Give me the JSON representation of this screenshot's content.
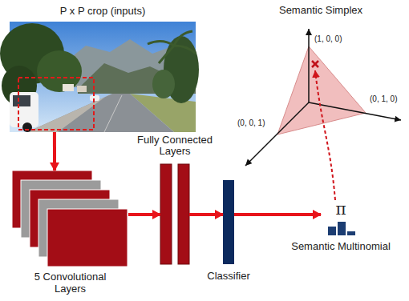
{
  "diagram": {
    "nodes": [
      {
        "text": [
          "P x P crop (inputs)"
        ]
      },
      {
        "text": [
          "5 Convolutional Layers"
        ]
      },
      {
        "text": [
          "Fully Connected Layers"
        ]
      },
      {
        "text": [
          "Classifier"
        ]
      },
      {
        "text": [
          "π",
          "Semantic Multinomial"
        ]
      },
      {
        "text": [
          "Semantic Simplex"
        ]
      }
    ],
    "edges": [
      {
        "from": 0,
        "to": 1,
        "arrow": "to"
      },
      {
        "from": 1,
        "to": 2,
        "arrow": "to"
      },
      {
        "from": 2,
        "to": 3,
        "arrow": "to"
      },
      {
        "from": 3,
        "to": 4,
        "arrow": "to"
      },
      {
        "from": 4,
        "to": 5,
        "arrow": "to"
      }
    ],
    "labels": [
      "(1, 0, 0)",
      "(0, 1, 0)",
      "(0, 0, 1)"
    ]
  }
}
